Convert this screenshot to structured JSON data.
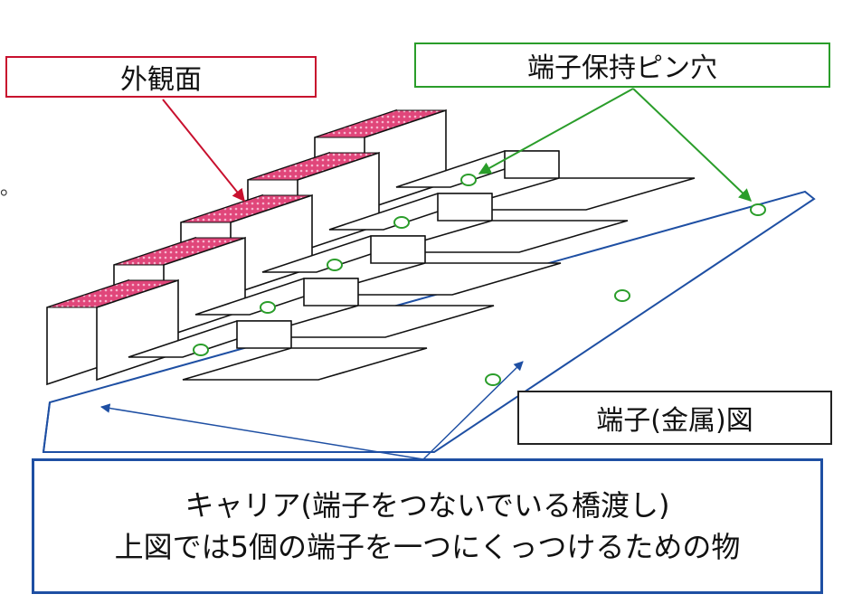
{
  "labels": {
    "exterior_surface": "外観面",
    "pin_hole": "端子保持ピン穴",
    "terminal_diagram": "端子(金属)図",
    "carrier_line1": "キャリア(端子をつないでいる橋渡し)",
    "carrier_line2": "上図では5個の端子を一つにくっつけるための物",
    "stray_mark": "。"
  },
  "diagram": {
    "terminal_count": 5,
    "colors": {
      "exterior": "#c8102e",
      "exterior_fill": "#e0467a",
      "pin_hole": "#2a9d2a",
      "carrier": "#1e4fa3",
      "outline": "#111111"
    }
  }
}
